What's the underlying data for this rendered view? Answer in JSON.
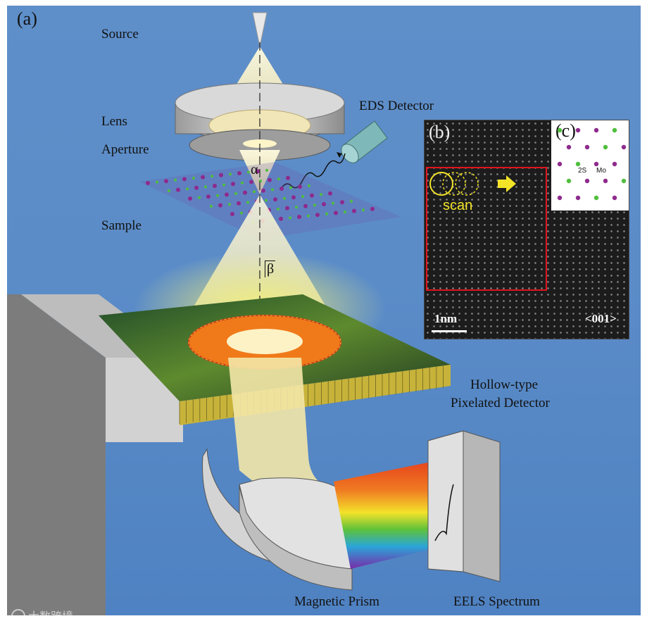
{
  "figure": {
    "panel_a": "(a)",
    "labels": {
      "source": "Source",
      "lens": "Lens",
      "aperture": "Aperture",
      "eds_detector": "EDS Detector",
      "sample": "Sample",
      "alpha": "α",
      "beta": "β",
      "detector_line1": "Hollow-type",
      "detector_line2": "Pixelated Detector",
      "magnetic_prism": "Magnetic Prism",
      "eels_spectrum": "EELS Spectrum"
    },
    "inset": {
      "panel_b": "(b)",
      "panel_c": "(c)",
      "scan": "scan",
      "scale_bar": "1nm",
      "zone_axis": "<001>",
      "legend_2s": "2S",
      "legend_mo": "Mo"
    },
    "watermark": "大数跨境"
  },
  "colors": {
    "background": "#5b8cc8",
    "beam": "#fff3b8",
    "detector_ring": "#f07a1a",
    "scan_box": "#e1141e",
    "scan_text": "#f3e428",
    "mo_atom": "#8e2a8c",
    "s_atom": "#4fbf3c"
  }
}
